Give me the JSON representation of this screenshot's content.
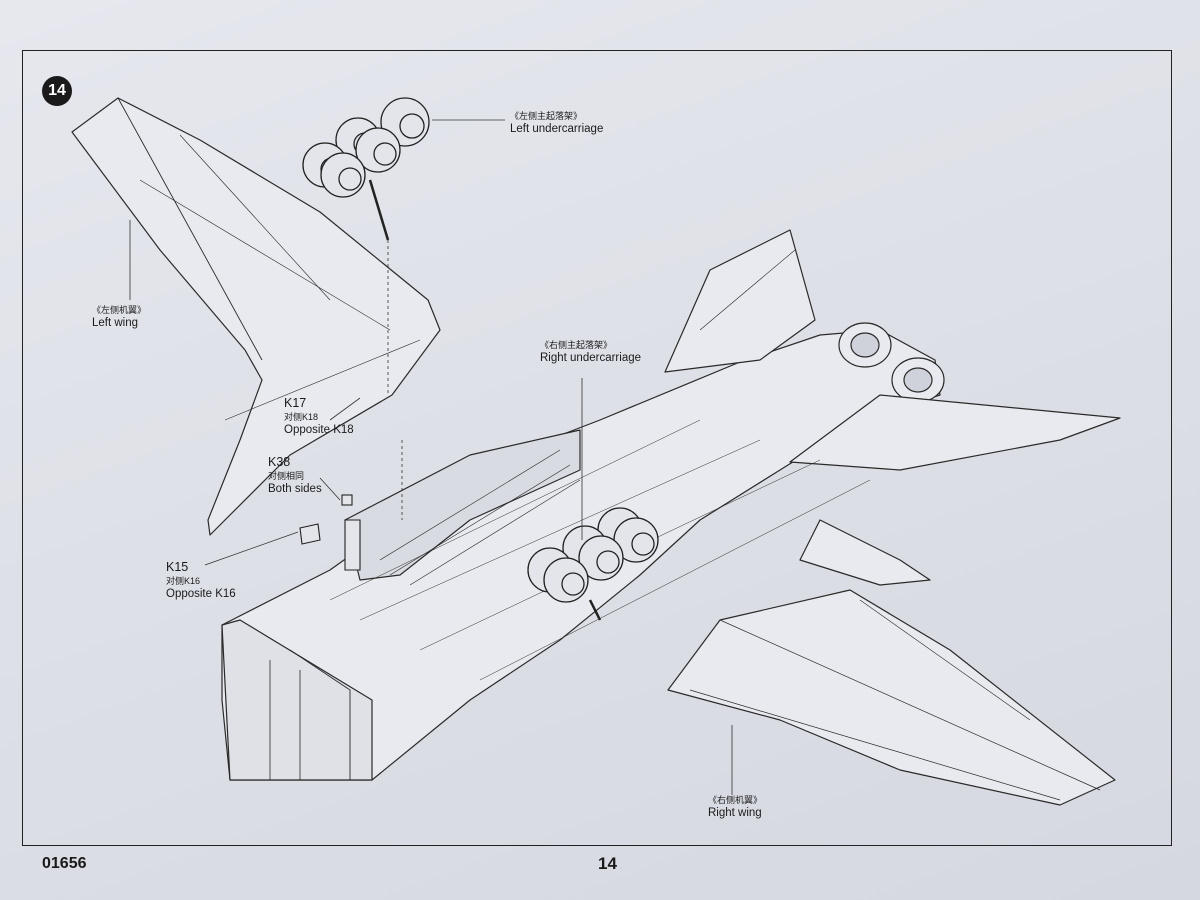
{
  "step_number": "14",
  "kit_code": "01656",
  "page_number": "14",
  "callouts": {
    "left_undercarriage": {
      "cn": "《左侧主起落架》",
      "en": "Left undercarriage"
    },
    "right_undercarriage": {
      "cn": "《右侧主起落架》",
      "en": "Right undercarriage"
    },
    "left_wing": {
      "cn": "《左侧机翼》",
      "en": "Left wing"
    },
    "right_wing": {
      "cn": "《右侧机翼》",
      "en": "Right wing"
    },
    "k17": {
      "part": "K17",
      "cn": "对侧K18",
      "en": "Opposite K18"
    },
    "k38": {
      "part": "K38",
      "cn": "对侧相同",
      "en": "Both sides"
    },
    "k15": {
      "part": "K15",
      "cn": "对侧K16",
      "en": "Opposite K16"
    }
  },
  "colors": {
    "paper": "#e2e4ea",
    "ink": "#1b1b1b",
    "badge": "#1a1a1a"
  }
}
